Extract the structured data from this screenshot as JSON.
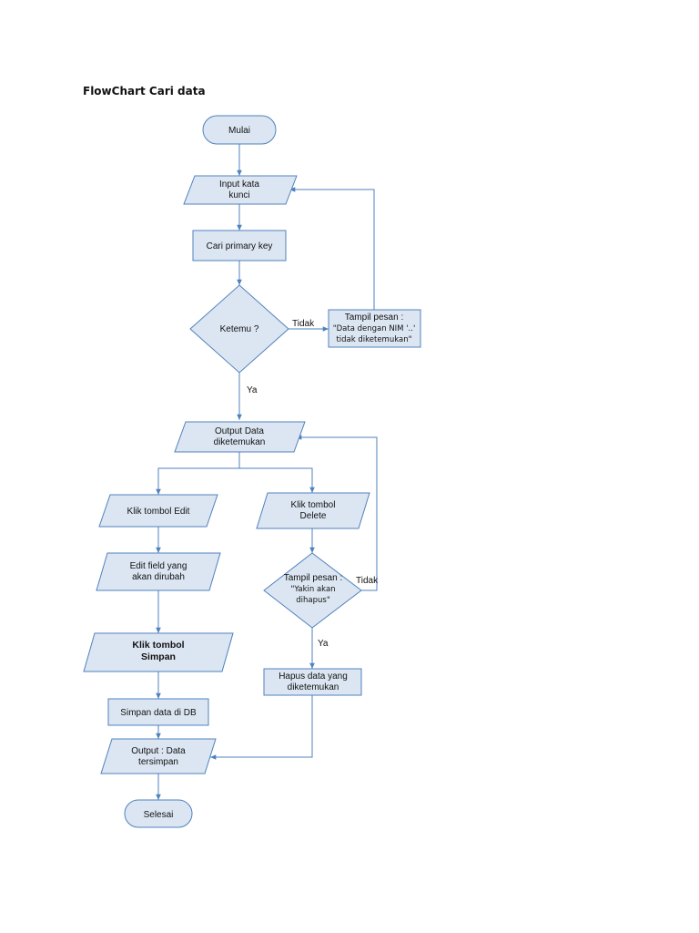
{
  "title": "FlowChart Cari data",
  "nodes": {
    "mulai": "Mulai",
    "input_kata_kunci": [
      "Input kata",
      "kunci"
    ],
    "cari_primary_key": "Cari primary key",
    "ketemu": "Ketemu ?",
    "tampil_pesan_tidak_ditemukan": [
      "Tampil pesan :",
      "\"Data dengan NIM '..'",
      "tidak diketemukan\""
    ],
    "output_data_diketemukan": [
      "Output Data",
      "diketemukan"
    ],
    "klik_tombol_edit": "Klik tombol Edit",
    "klik_tombol_delete": [
      "Klik tombol",
      "Delete"
    ],
    "edit_field": [
      "Edit field yang",
      "akan dirubah"
    ],
    "tampil_pesan_yakin": [
      "Tampil pesan :",
      "\"Yakin akan",
      "dihapus\""
    ],
    "klik_tombol_simpan": [
      "Klik tombol",
      "Simpan"
    ],
    "hapus_data": [
      "Hapus data yang",
      "diketemukan"
    ],
    "simpan_data_db": "Simpan data di DB",
    "output_data_tersimpan": [
      "Output : Data",
      "tersimpan"
    ],
    "selesai": "Selesai"
  },
  "edge_labels": {
    "ketemu_tidak": "Tidak",
    "ketemu_ya": "Ya",
    "yakin_tidak": "Tidak",
    "yakin_ya": "Ya"
  },
  "colors": {
    "shape_fill": "#dce6f2",
    "shape_stroke": "#4f81bd",
    "edge": "#4f81bd"
  }
}
